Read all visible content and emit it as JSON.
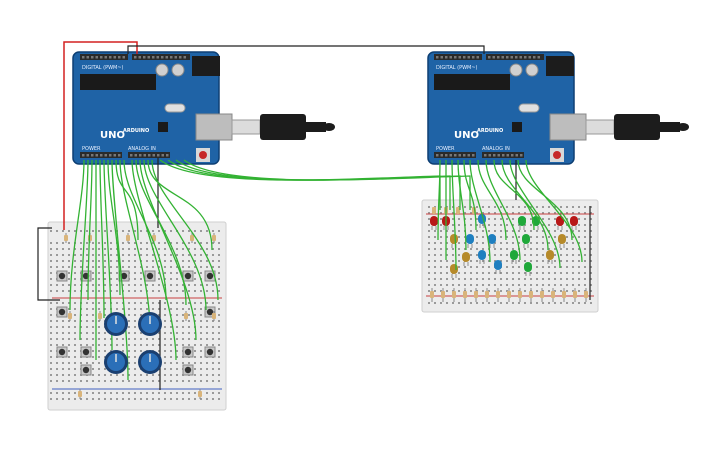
{
  "boards": [
    {
      "id": "arduino-left",
      "model": "UNO",
      "brand": "ARDUINO",
      "header_digital": "DIGITAL (PWM~)",
      "header_analog": "ANALOG IN",
      "header_power": "POWER"
    },
    {
      "id": "arduino-right",
      "model": "UNO",
      "brand": "ARDUINO",
      "header_digital": "DIGITAL (PWM~)",
      "header_analog": "ANALOG IN",
      "header_power": "POWER"
    }
  ],
  "colors": {
    "board": "#1f63a6",
    "board_edge": "#0e3f73",
    "breadboard": "#ececec",
    "wire_green": "#33b233",
    "wire_red": "#d42020",
    "wire_black": "#222222",
    "led_red": "#b81818",
    "led_blue": "#1f7fc0",
    "led_green": "#1fa83a",
    "led_yellow": "#b68a2a",
    "pot": "#2b6fb8",
    "button": "#333333"
  },
  "components": {
    "left_breadboard": {
      "pushbuttons": 14,
      "potentiometers": 4
    },
    "right_breadboard": {
      "leds_red": 4,
      "leds_blue": 5,
      "leds_green": 5,
      "leds_yellow": 5
    }
  }
}
